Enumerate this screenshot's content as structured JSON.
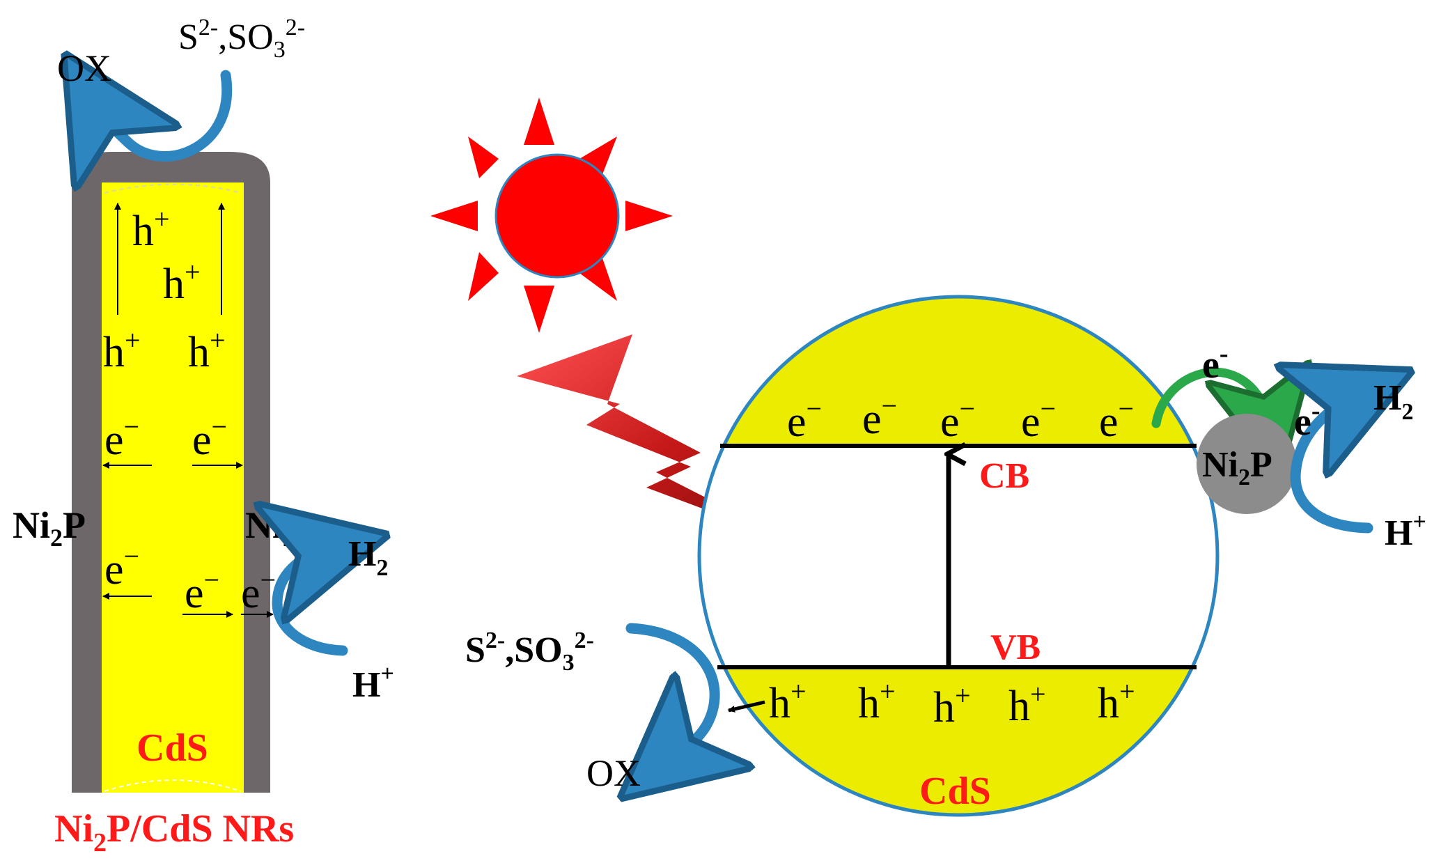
{
  "colors": {
    "yellow": "#ffff00",
    "circle_yellow": "#ecec00",
    "shell": "#6e6769",
    "arrow_blue": "#2e86c1",
    "arrow_green": "#2aa84a",
    "red_label": "#ff1a1a",
    "sun": "#ff0000",
    "np_gray": "#8c8c8c"
  },
  "left": {
    "ox": "OX",
    "s_ion": "S",
    "s_sup": "2-",
    "comma_so": ",SO",
    "so_sub": "3",
    "so_sup": "2-",
    "h": "h",
    "plus": "+",
    "e": "e",
    "minus": "−",
    "ni": "Ni",
    "ni_sub": "2",
    "p": "P",
    "h2_h": "H",
    "h2_sub": "2",
    "hplus_h": "H",
    "hplus_sup": "+",
    "cds": "CdS",
    "caption_ni": "Ni",
    "caption_sub": "2",
    "caption_rest": "P/CdS NRs"
  },
  "right": {
    "cb": "CB",
    "vb": "VB",
    "cds": "CdS",
    "e": "e",
    "minus": "−",
    "h": "h",
    "plus": "+",
    "e_transfer": "e",
    "e_transfer_sup": "-",
    "np_ni": "Ni",
    "np_sub": "2",
    "np_p": "P",
    "h2_h": "H",
    "h2_sub": "2",
    "hplus_h": "H",
    "hplus_sup": "+",
    "s_ion": "S",
    "s_sup": "2-",
    "comma_so": ",SO",
    "so_sub": "3",
    "so_sup": "2-",
    "ox": "OX"
  }
}
